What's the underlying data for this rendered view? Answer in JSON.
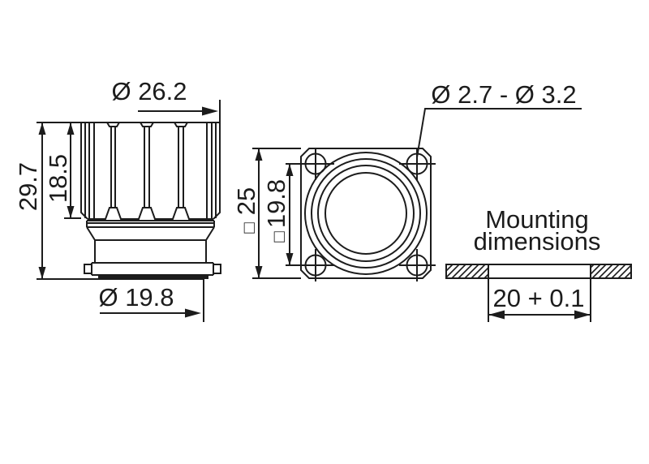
{
  "side_view": {
    "dia_outer": "Ø 26.2",
    "height_total": "29.7",
    "height_knurl": "18.5",
    "dia_bottom": "Ø 19.8"
  },
  "front_view": {
    "flange_square_symbol": "□",
    "flange_square_value": "25",
    "hole_square_symbol": "□",
    "hole_square_value": "19.8",
    "corner_hole_dia": "Ø 2.7 - Ø 3.2"
  },
  "mounting": {
    "title_line1": "Mounting",
    "title_line2": "dimensions",
    "cutout_width": "20 + 0.1"
  },
  "colors": {
    "line": "#1c1c1c",
    "background": "#ffffff"
  }
}
